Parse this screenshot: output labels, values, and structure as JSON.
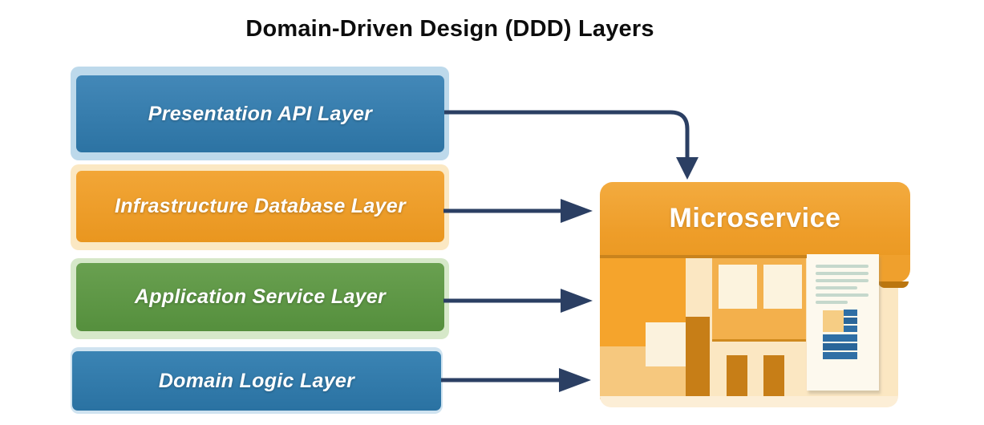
{
  "title": "Domain-Driven Design (DDD) Layers",
  "layers": [
    {
      "label": "Presentation API Layer",
      "fill": "#2e76a6",
      "wrapper_fill": "#bdd9eb"
    },
    {
      "label": "Infrastructure Database Layer",
      "fill": "#ec9b26",
      "wrapper_fill": "#fbe8c3"
    },
    {
      "label": "Application Service Layer",
      "fill": "#5c9744",
      "wrapper_fill": "#d6e8c9"
    },
    {
      "label": "Domain Logic Layer",
      "fill": "#2f7aab",
      "wrapper_fill": "#cfe3f0"
    }
  ],
  "microservice": {
    "label": "Microservice",
    "header_fill": "#f0a233",
    "body_fill": "#fbe7c2",
    "accent_dark": "#c77e17",
    "document_bar_fill": "#2f6fa5"
  },
  "arrows": {
    "color": "#2b3f63",
    "connections": [
      {
        "from": "Presentation API Layer",
        "to": "Microservice",
        "shape": "elbow-right-then-down"
      },
      {
        "from": "Infrastructure Database Layer",
        "to": "Microservice",
        "shape": "straight-right"
      },
      {
        "from": "Application Service Layer",
        "to": "Microservice",
        "shape": "straight-right"
      },
      {
        "from": "Domain Logic Layer",
        "to": "Microservice",
        "shape": "straight-right"
      }
    ]
  }
}
